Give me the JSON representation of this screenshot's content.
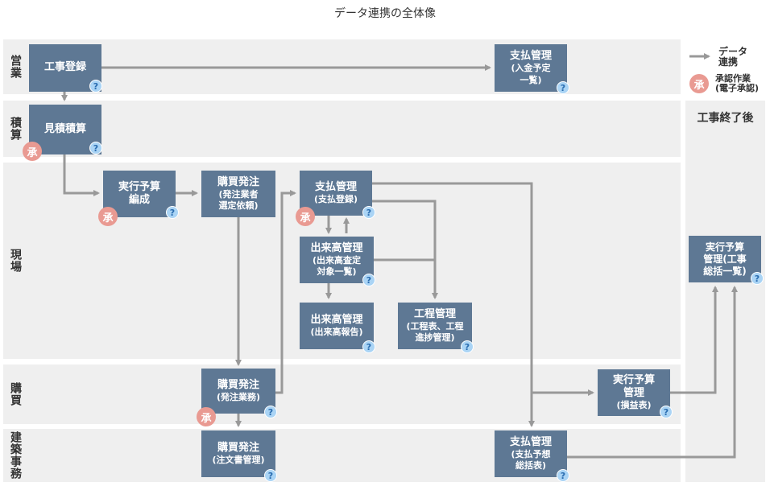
{
  "title": "データ連携の全体像",
  "lanes": {
    "sales": "営業",
    "estimate": "積算",
    "site": "現場",
    "purchase": "購買",
    "office": "建築事務"
  },
  "after_label": "工事終了後",
  "legend": {
    "data_link": "データ\n連携",
    "approval_icon": "承",
    "approval": "承認作業\n(電子承認)"
  },
  "help_icon": "?",
  "approval_icon": "承",
  "boxes": {
    "koji_toroku": {
      "main": "工事登録",
      "sub": ""
    },
    "shiharai_nyukin": {
      "main": "支払管理",
      "sub": "(入金予定\n一覧)"
    },
    "mitsumori": {
      "main": "見積積算",
      "sub": ""
    },
    "jikko_hensei": {
      "main": "実行予算\n編成",
      "sub": ""
    },
    "konyu_irai": {
      "main": "購買発注",
      "sub": "(発注業者\n選定依頼)"
    },
    "shiharai_toroku": {
      "main": "支払管理",
      "sub": "(支払登録)"
    },
    "dekidaka_satei": {
      "main": "出来高管理",
      "sub": "(出来高査定\n対象一覧)"
    },
    "dekidaka_hokoku": {
      "main": "出来高管理",
      "sub": "(出来高報告)"
    },
    "kotei": {
      "main": "工程管理",
      "sub": "(工程表、工程\n進捗管理)"
    },
    "jikko_soukatsu": {
      "main": "実行予算\n管理(工事\n総括一覧)",
      "sub": ""
    },
    "konyu_gyomu": {
      "main": "購買発注",
      "sub": "(発注業務)"
    },
    "jikko_soneki": {
      "main": "実行予算\n管理",
      "sub": "(損益表)"
    },
    "konyu_chumon": {
      "main": "購買発注",
      "sub": "(注文書管理)"
    },
    "shiharai_yoso": {
      "main": "支払管理",
      "sub": "(支払予想\n総括表)"
    }
  },
  "colors": {
    "box": "#5e7894",
    "lane": "#efefef",
    "arrow": "#999999",
    "help": "#aad4f5",
    "approval": "#e99a92"
  }
}
